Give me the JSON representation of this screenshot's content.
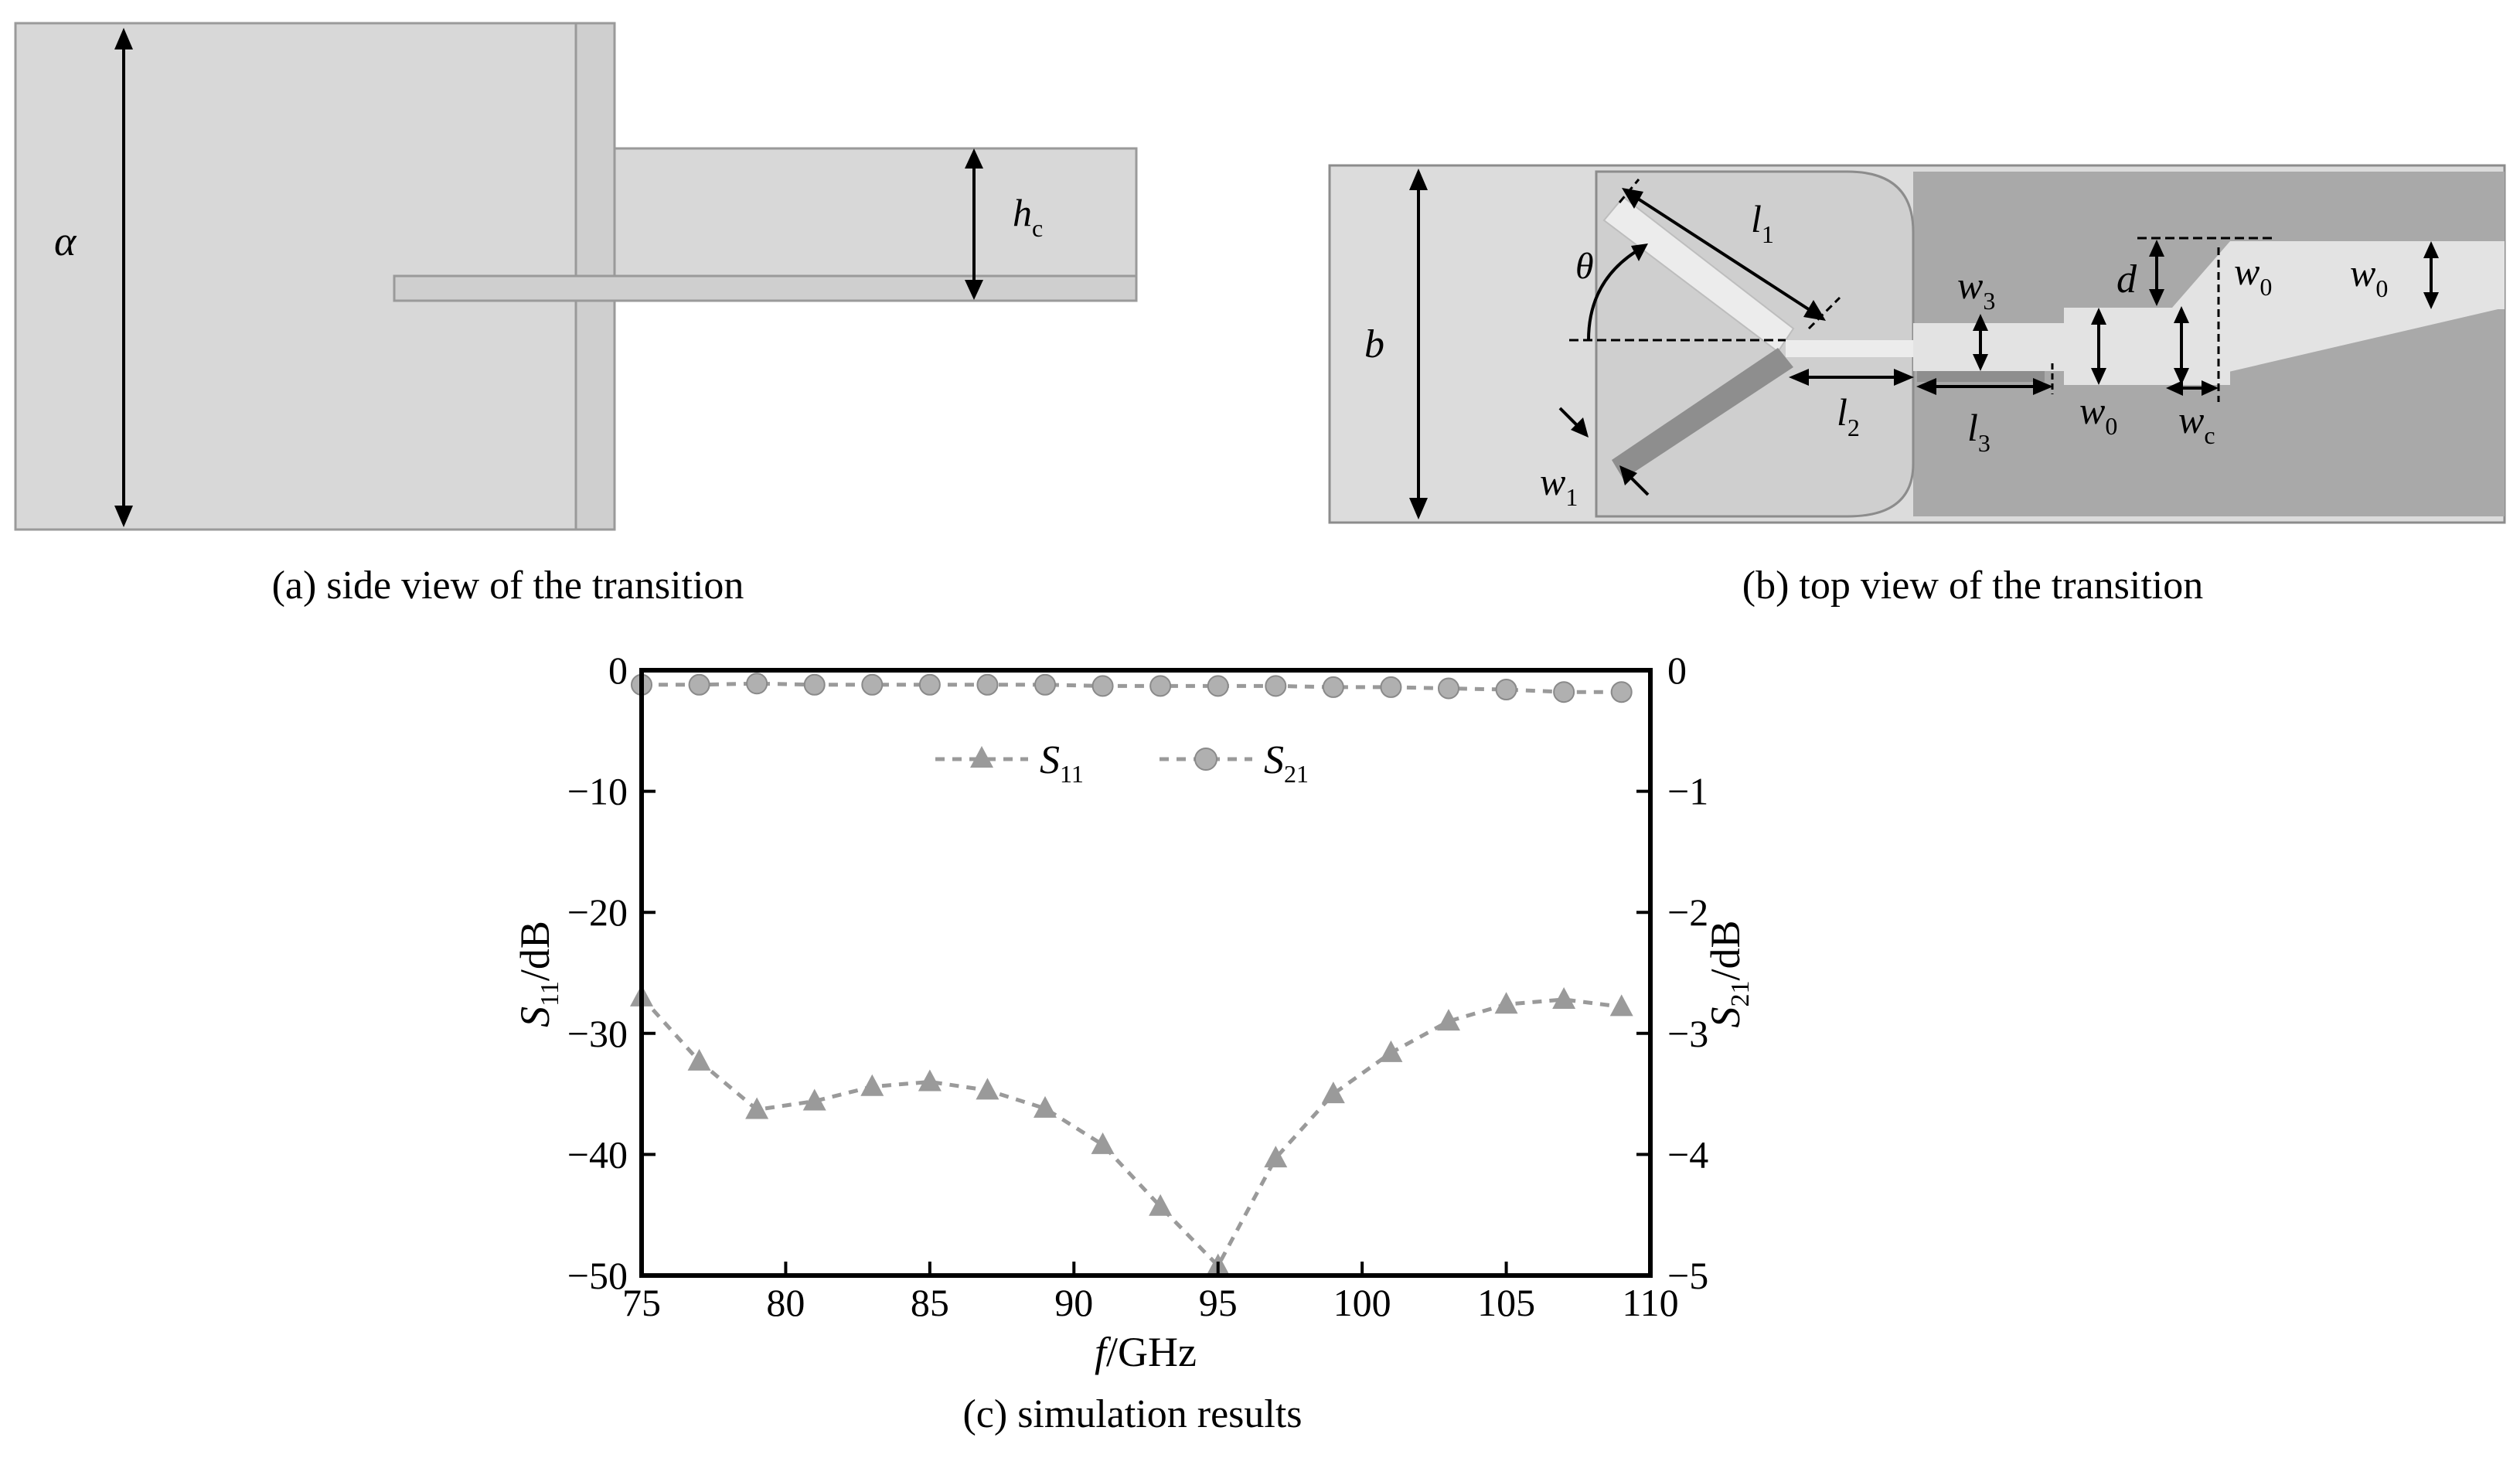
{
  "panel_a": {
    "caption": "(a) side view of the transition",
    "dims": {
      "a": "α",
      "hc_main": "h",
      "hc_sub": "c"
    }
  },
  "panel_b": {
    "caption": "(b) top view of the transition",
    "dims": {
      "b": "b",
      "l1_main": "l",
      "l1_sub": "1",
      "l2_main": "l",
      "l2_sub": "2",
      "l3_main": "l",
      "l3_sub": "3",
      "w1_main": "w",
      "w1_sub": "1",
      "w3_main": "w",
      "w3_sub": "3",
      "w0a_main": "w",
      "w0a_sub": "0",
      "w0b_main": "w",
      "w0b_sub": "0",
      "w0c_main": "w",
      "w0c_sub": "0",
      "wc_main": "w",
      "wc_sub": "c",
      "d": "d",
      "theta": "θ"
    }
  },
  "panel_c": {
    "caption": "(c) simulation results",
    "chart_data": {
      "type": "line",
      "xlabel_main": "f",
      "xlabel_rest": "/GHz",
      "ylabel_left_main": "S",
      "ylabel_left_sub": "11",
      "ylabel_left_rest": "/dB",
      "ylabel_right_main": "S",
      "ylabel_right_sub": "21",
      "ylabel_right_rest": "/dB",
      "xlim": [
        75,
        110
      ],
      "ylim_left": [
        -50,
        0
      ],
      "ylim_right": [
        -5,
        0
      ],
      "xticks": [
        "75",
        "80",
        "85",
        "90",
        "95",
        "100",
        "105",
        "110"
      ],
      "yticks_left": [
        "0",
        "−10",
        "−20",
        "−30",
        "−40",
        "−50"
      ],
      "yticks_right": [
        "0",
        "−1",
        "−2",
        "−3",
        "−4",
        "−5"
      ],
      "legend_position": "top-center",
      "series": [
        {
          "name_main": "S",
          "name_sub": "11",
          "axis": "left",
          "marker": "triangle",
          "color": "#9a9a9a",
          "x": [
            75,
            77,
            79,
            81,
            83,
            85,
            87,
            89,
            91,
            93,
            95,
            97,
            99,
            101,
            103,
            105,
            107,
            109
          ],
          "y": [
            -27.0,
            -32.3,
            -36.3,
            -35.6,
            -34.4,
            -34.0,
            -34.7,
            -36.2,
            -39.2,
            -44.3,
            -49.2,
            -40.3,
            -35.0,
            -31.6,
            -29.0,
            -27.6,
            -27.2,
            -27.8
          ]
        },
        {
          "name_main": "S",
          "name_sub": "21",
          "axis": "right",
          "marker": "circle",
          "color": "#9a9a9a",
          "x": [
            75,
            77,
            79,
            81,
            83,
            85,
            87,
            89,
            91,
            93,
            95,
            97,
            99,
            101,
            103,
            105,
            107,
            109
          ],
          "y": [
            -0.12,
            -0.12,
            -0.11,
            -0.12,
            -0.12,
            -0.12,
            -0.12,
            -0.12,
            -0.13,
            -0.13,
            -0.13,
            -0.13,
            -0.14,
            -0.14,
            -0.15,
            -0.16,
            -0.18,
            -0.18
          ]
        }
      ]
    }
  }
}
